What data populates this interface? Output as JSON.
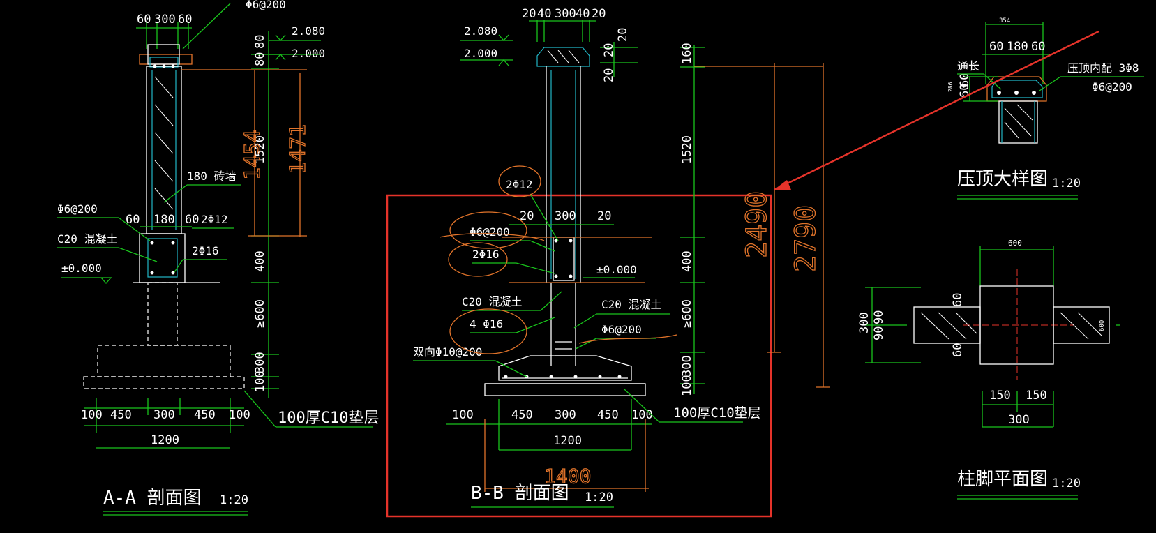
{
  "colors": {
    "background": "#000000",
    "dimension": "#19c41c",
    "outline": "#ffffff",
    "rebar": "#21b6c6",
    "annotation_orange": "#e0732a",
    "highlight_red": "#e5332a"
  },
  "aa": {
    "title": "A-A  剖面图",
    "scale": "1:20",
    "top_dims": [
      "60",
      "300",
      "60"
    ],
    "phi6_top": "Φ6@200",
    "elev_2080": "2.080",
    "elev_2000": "2.000",
    "v_dims": [
      "80",
      "80",
      "1520",
      "400",
      "≥600",
      "300",
      "100"
    ],
    "dim_1454": "1454",
    "dim_1471": "1471",
    "label_wall": "180  砖墙",
    "label_phi6": "Φ6@200",
    "bot_dims_col": [
      "60",
      "180",
      "60"
    ],
    "label_2phi12": "2Φ12",
    "label_c20": "C20 混凝土",
    "label_2phi16": "2Φ16",
    "label_pm": "±0.000",
    "base_dims": [
      "100",
      "450",
      "300",
      "450",
      "100"
    ],
    "base_total": "1200",
    "label_pad": "100厚C10垫层"
  },
  "bb": {
    "title": "B-B  剖面图",
    "scale": "1:20",
    "top_dims": [
      "20",
      "40",
      "300",
      "40",
      "20"
    ],
    "elev_2080": "2.080",
    "elev_2000": "2.000",
    "v_right": [
      "20",
      "20"
    ],
    "label_2phi12": "2Φ12",
    "mid_dims": [
      "20",
      "300",
      "20"
    ],
    "label_phi6": "Φ6@200",
    "label_2phi16": "2Φ16",
    "label_pm": "±0.000",
    "label_c20": "C20  混凝土",
    "label_c20b": "C20 混凝土",
    "label_4phi16": "4 Φ16",
    "label_phi6b": "Φ6@200",
    "label_phi10": "双向Φ10@200",
    "v_dims": [
      "160",
      "1520",
      "400",
      "≥600",
      "300",
      "100"
    ],
    "base_dims": [
      "100",
      "450",
      "300",
      "450",
      "100"
    ],
    "base_total": "1200",
    "label_pad": "100厚C10垫层",
    "hand_1400": "1400",
    "hand_2490": "2490",
    "hand_2790": "2790"
  },
  "cap": {
    "title": "压顶大样图",
    "scale": "1:20",
    "top_total": "354",
    "top_dims": [
      "60",
      "180",
      "60"
    ],
    "label_tong": "通长",
    "label_inner": "压顶内配  3Φ8",
    "label_phi6": "Φ6@200",
    "v_dims": [
      "60",
      "60"
    ],
    "v_small": "286"
  },
  "foot": {
    "title": "柱脚平面图",
    "scale": "1:20",
    "top_dim": "600",
    "left_total": "300",
    "left_dims": [
      "90",
      "90"
    ],
    "mid_dims": [
      "60",
      "60"
    ],
    "right_small": "600",
    "bot_dims": [
      "150",
      "150"
    ],
    "bot_total": "300"
  }
}
